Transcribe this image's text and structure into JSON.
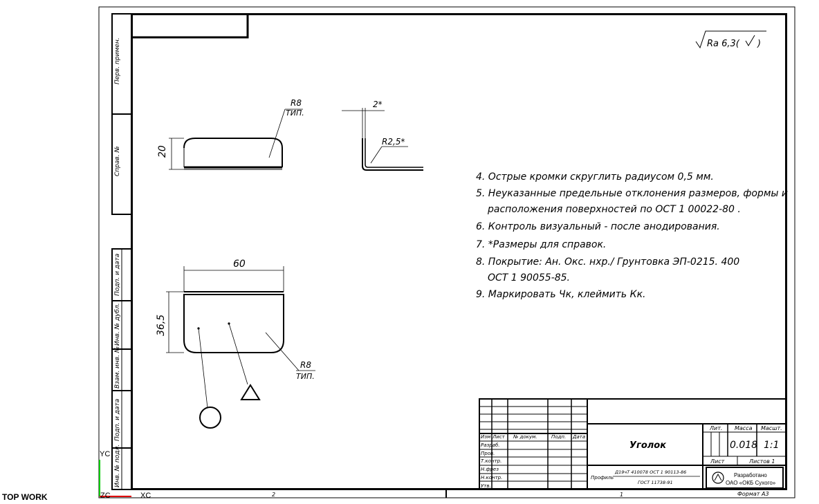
{
  "view": {
    "work_label": "TOP WORK",
    "axes": {
      "yc": "YC",
      "zc": "ZC",
      "xc": "XC"
    }
  },
  "sheet": {
    "roughness": "Ra 6,3(",
    "zone_numbers": [
      "2",
      "1"
    ],
    "format": "Формат А3",
    "side_labels": [
      "Перв. примен.",
      "Справ. №",
      "Подп. и дата",
      "Инв. № дубл.",
      "Взам. инв. №",
      "Подп. и дата",
      "Инв. № подл."
    ]
  },
  "dimensions": {
    "r8_top": "R8",
    "typ_top": "ТИП.",
    "dim_20": "20",
    "dim_2": "2*",
    "r25": "R2,5*",
    "dim_60": "60",
    "dim_365": "36,5",
    "r8_bottom": "R8",
    "typ_bottom": "ТИП."
  },
  "notes": [
    "4. Острые кромки скруглить радиусом 0,5 мм.",
    "5. Неуказанные предельные отклонения размеров, формы и",
    "расположения поверхностей по ОСТ 1 00022-80 .",
    "6. Контроль визуальный - после анодирования.",
    "7. *Размеры для справок.",
    "8. Покрытие: Ан. Окс. нхр./ Грунтовка ЭП-0215. 400",
    "ОСТ 1 90055-85.",
    "9. Маркировать Чк, клеймить Кк."
  ],
  "title_block": {
    "col_headers": [
      "Изм",
      "Лист",
      "№ докум.",
      "Подп.",
      "Дата"
    ],
    "row_labels": [
      "Разраб.",
      "Пров.",
      "Т.контр.",
      "Н.фрез",
      "Н.контр.",
      "Утв."
    ],
    "part_name": "Уголок",
    "material_prefix": "Профиль",
    "material_line1": "Д19чТ 410078 ОСТ 1 90113-86",
    "material_line2": "ГОСТ 11738-91",
    "lit_header": "Лит.",
    "mass_header": "Масса",
    "scale_header": "Масшт.",
    "mass": "0.018",
    "scale": "1:1",
    "sheet_label": "Лист",
    "sheets_label": "Листов 1",
    "org_line1": "Разработано",
    "org_line2": "ОАО «ОКБ Сухого»"
  }
}
